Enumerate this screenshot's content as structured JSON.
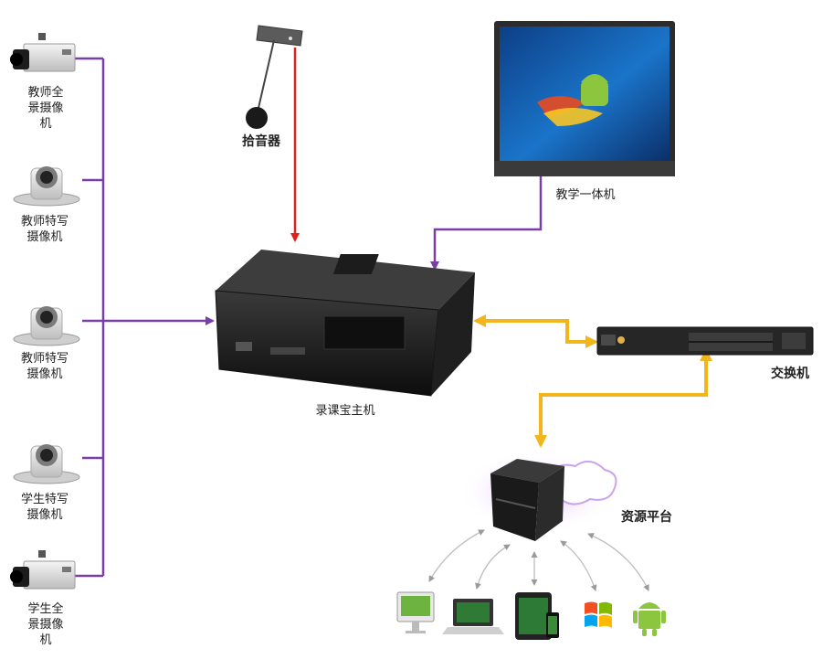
{
  "diagram": {
    "nodes": {
      "cam_teacher_panorama": "教师全\n景摄像\n机",
      "cam_teacher_closeup_1": "教师特写\n摄像机",
      "cam_teacher_closeup_2": "教师特写\n摄像机",
      "cam_student_closeup": "学生特写\n摄像机",
      "cam_student_panorama": "学生全\n景摄像\n机",
      "microphone": "拾音器",
      "smart_board": "教学一体机",
      "recorder_host": "录课宝主机",
      "network_switch": "交换机",
      "resource_platform": "资源平台"
    },
    "colors": {
      "video_link": "#7a3fa6",
      "audio_link": "#e0201f",
      "network_link": "#f3b51c",
      "client_link": "#bbbbbb"
    },
    "clients": [
      "imac-icon",
      "laptop-icon",
      "tablet-phone-icon",
      "windows-logo-icon",
      "android-logo-icon"
    ]
  }
}
